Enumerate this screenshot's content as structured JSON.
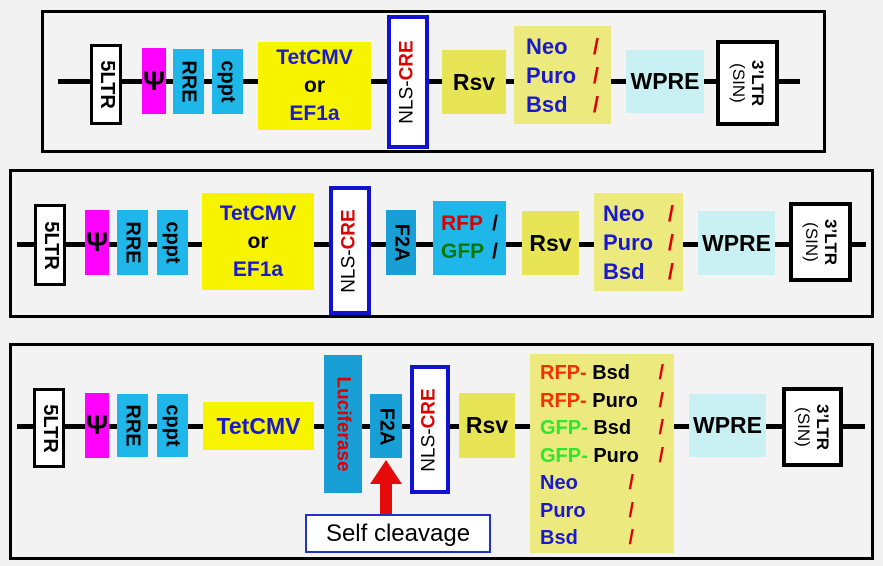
{
  "colors": {
    "background": "#f1f1f1",
    "psi_box": "#ff00ff",
    "cyan_box": "#1fb6ea",
    "dark_cyan_box": "#189fd6",
    "promoter_yellow": "#f8f400",
    "rsv_khaki": "#e7e455",
    "selection_khaki": "#ece97e",
    "wpre_pale_cyan": "#c9f0f2",
    "blue_text": "#1a1acc",
    "red_text": "#dd0000",
    "dark_green_text": "#067806",
    "bright_green_text": "#2ee62e",
    "cre_border_blue": "#1111d0",
    "arrow_red": "#e70a0a"
  },
  "row1": {
    "ltr5": "5LTR",
    "psi": "Ψ",
    "rre": "RRE",
    "cppt": "cppt",
    "promoter": {
      "l1": "TetCMV",
      "l2": "or",
      "l3": "EF1a"
    },
    "nlscre": {
      "nls": "NLS-",
      "cre": "CRE"
    },
    "rsv": "Rsv",
    "selection": [
      {
        "gene": "Neo",
        "slash": "/"
      },
      {
        "gene": "Puro",
        "slash": "/"
      },
      {
        "gene": "Bsd",
        "slash": "/"
      }
    ],
    "wpre": "WPRE",
    "ltr3": {
      "l1": "3’LTR",
      "l2": "(SIN)"
    }
  },
  "row2": {
    "ltr5": "5LTR",
    "psi": "Ψ",
    "rre": "RRE",
    "cppt": "cppt",
    "promoter": {
      "l1": "TetCMV",
      "l2": "or",
      "l3": "EF1a"
    },
    "nlscre": {
      "nls": "NLS-",
      "cre": "CRE"
    },
    "f2a": "F2A",
    "reporter": [
      {
        "gene": "RFP",
        "slash": "/"
      },
      {
        "gene": "GFP",
        "slash": "/"
      }
    ],
    "rsv": "Rsv",
    "selection": [
      {
        "gene": "Neo",
        "slash": "/"
      },
      {
        "gene": "Puro",
        "slash": "/"
      },
      {
        "gene": "Bsd",
        "slash": "/"
      }
    ],
    "wpre": "WPRE",
    "ltr3": {
      "l1": "3’LTR",
      "l2": "(SIN)"
    }
  },
  "row3": {
    "ltr5": "5LTR",
    "psi": "Ψ",
    "rre": "RRE",
    "cppt": "cppt",
    "promoter": "TetCMV",
    "luciferase": "Luciferase",
    "f2a": "F2A",
    "nlscre": {
      "nls": "NLS-",
      "cre": "CRE"
    },
    "rsv": "Rsv",
    "selection": [
      {
        "prefix": "RFP-",
        "gene": "Bsd",
        "slash": "/"
      },
      {
        "prefix": "RFP-",
        "gene": "Puro",
        "slash": "/"
      },
      {
        "prefix": "GFP-",
        "gene": "Bsd",
        "slash": "/"
      },
      {
        "prefix": "GFP-",
        "gene": "Puro",
        "slash": "/"
      },
      {
        "prefix": "",
        "gene": "Neo",
        "slash": "/"
      },
      {
        "prefix": "",
        "gene": "Puro",
        "slash": "/"
      },
      {
        "prefix": "",
        "gene": "Bsd",
        "slash": "/"
      }
    ],
    "wpre": "WPRE",
    "ltr3": {
      "l1": "3’LTR",
      "l2": "(SIN)"
    },
    "annotation": "Self cleavage"
  }
}
